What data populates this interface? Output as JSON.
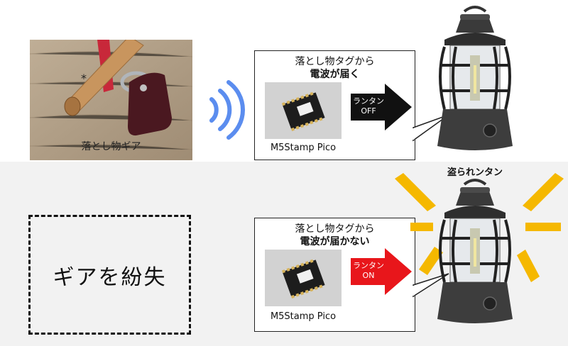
{
  "top_scene": {
    "photo_caption": "落とし物ギア",
    "box_line1": "落とし物タグから",
    "box_line2": "電波が届く",
    "module_label": "M5Stamp Pico",
    "arrow_label_line1": "ランタン",
    "arrow_label_line2": "OFF"
  },
  "bottom_scene": {
    "lost_text": "ギアを紛失",
    "box_line1": "落とし物タグから",
    "box_line2": "電波が届かない",
    "module_label": "M5Stamp Pico",
    "arrow_label_line1": "ランタン",
    "arrow_label_line2": "ON",
    "stolen_title": "盗られンタン"
  },
  "colors": {
    "signal_blue": "#5b8def",
    "arrow_off": "#111111",
    "arrow_on": "#e8161b",
    "glow": "#f5b800",
    "leather": "#4a1820",
    "strap": "#c8283a",
    "wood": "#c8955e"
  }
}
